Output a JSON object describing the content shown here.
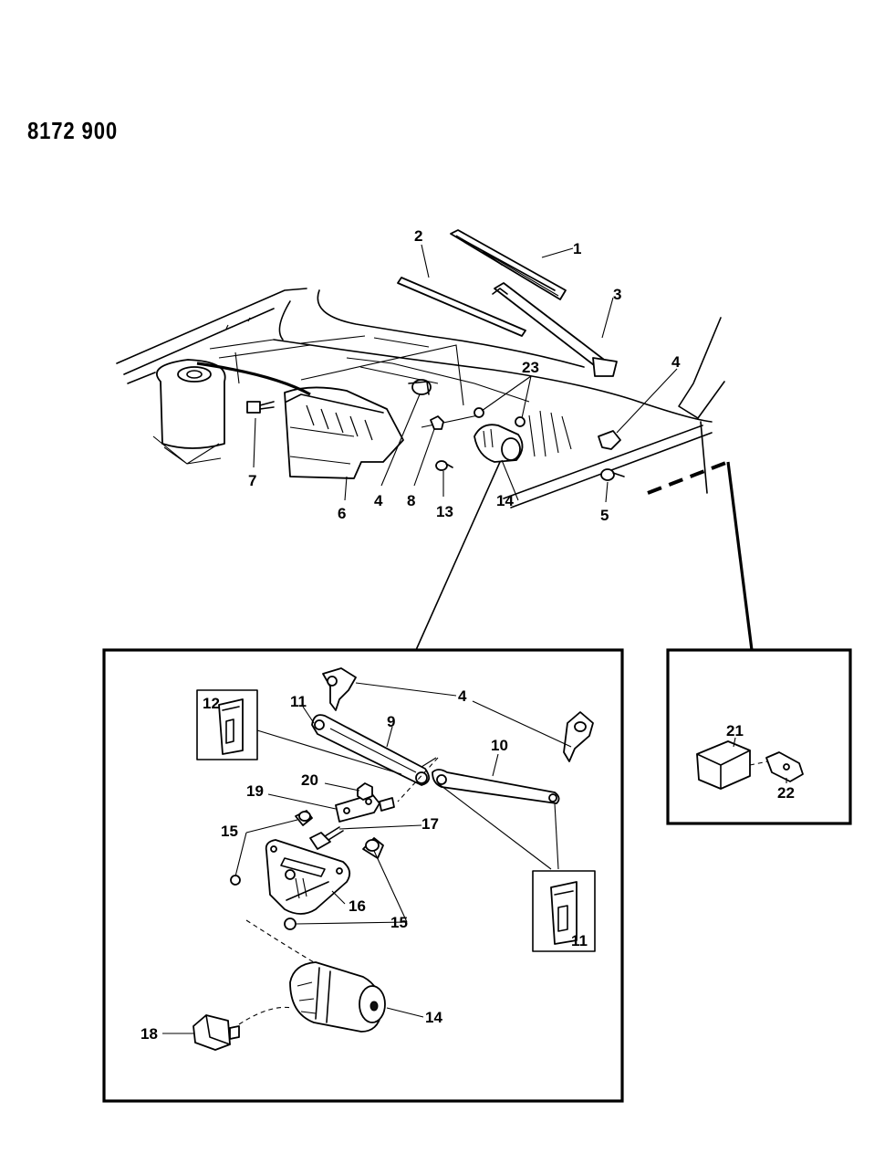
{
  "document_number": "8172 900",
  "callouts": {
    "c1": "1",
    "c2": "2",
    "c3": "3",
    "c4a": "4",
    "c23": "23",
    "c7": "7",
    "c4b": "4",
    "c6": "6",
    "c8": "8",
    "c13": "13",
    "c14a": "14",
    "c5": "5",
    "c4c": "4",
    "c12": "12",
    "c11a": "11",
    "c9": "9",
    "c10": "10",
    "c19": "19",
    "c20": "20",
    "c15a": "15",
    "c17": "17",
    "c16": "16",
    "c15b": "15",
    "c11b": "11",
    "c18": "18",
    "c14b": "14",
    "c21": "21",
    "c22": "22"
  }
}
